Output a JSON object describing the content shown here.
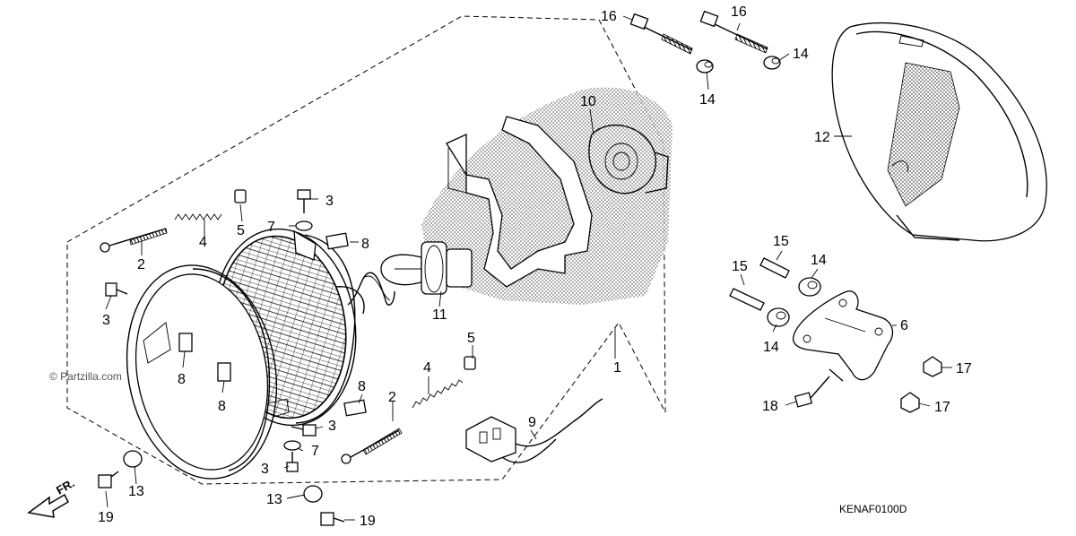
{
  "diagram": {
    "drawing_code": "KENAF0100D",
    "watermark": "© Partzilla.com",
    "direction_marker": "FR.",
    "callouts": {
      "c1": "1",
      "c2a": "2",
      "c2b": "2",
      "c3a": "3",
      "c3b": "3",
      "c3c": "3",
      "c3d": "3",
      "c4a": "4",
      "c4b": "4",
      "c5a": "5",
      "c5b": "5",
      "c6": "6",
      "c7a": "7",
      "c7b": "7",
      "c8a": "8",
      "c8b": "8",
      "c8c": "8",
      "c8d": "8",
      "c9": "9",
      "c10": "10",
      "c11": "11",
      "c12": "12",
      "c13a": "13",
      "c13b": "13",
      "c14a": "14",
      "c14b": "14",
      "c14c": "14",
      "c14d": "14",
      "c15a": "15",
      "c15b": "15",
      "c16a": "16",
      "c16b": "16",
      "c17a": "17",
      "c17b": "17",
      "c18": "18",
      "c19a": "19",
      "c19b": "19"
    }
  }
}
